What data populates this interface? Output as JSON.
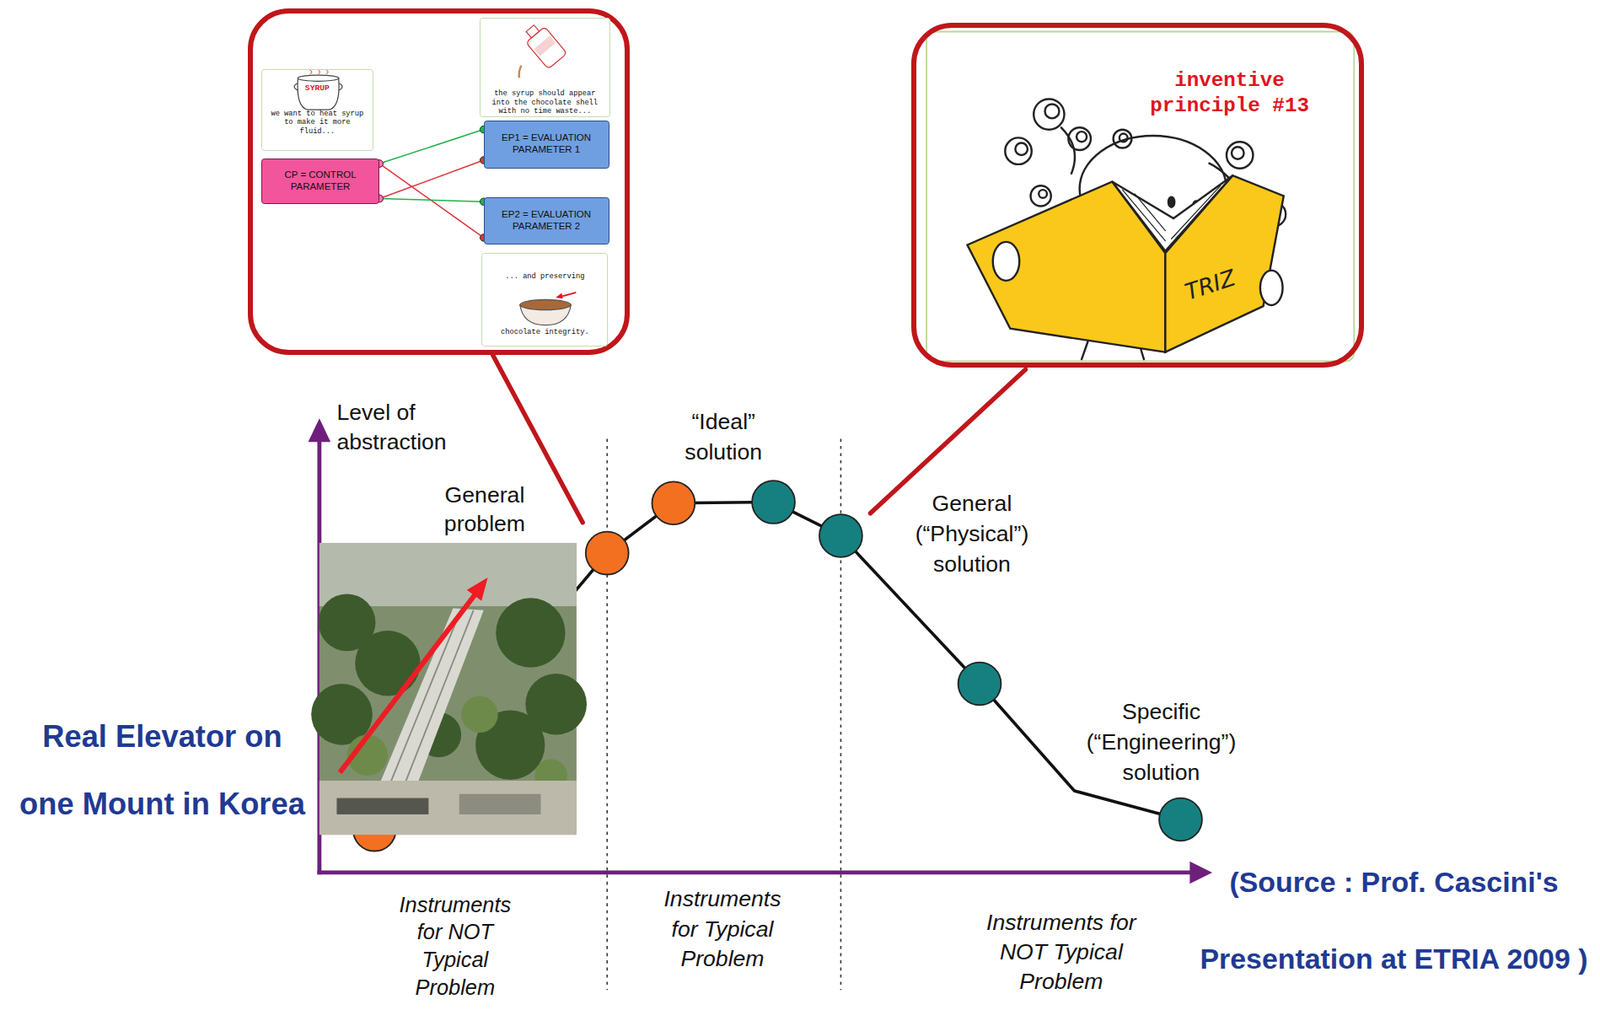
{
  "diagram": {
    "nodes": [
      {
        "text": []
      },
      {
        "text": [
          "the syrup should appear into the chocolate shell with no time waste..."
        ],
        "in": 0
      },
      {
        "text": [
          "SYRUP",
          "we want to heat syrup to make it more fluid..."
        ],
        "in": 0
      },
      {
        "text": [
          "CP = CONTROL PARAMETER"
        ],
        "in": 0
      },
      {
        "text": [
          "EP1 = EVALUATION PARAMETER 1"
        ],
        "in": 0
      },
      {
        "text": [
          "EP2 = EVALUATION PARAMETER 2"
        ],
        "in": 0
      },
      {
        "text": [
          "... and preserving",
          "chocolate integrity."
        ],
        "in": 0
      },
      {
        "text": [
          "inventive principle #13"
        ]
      }
    ],
    "edges": [
      {
        "from": 3,
        "to": 4,
        "arrow": "none"
      },
      {
        "from": 3,
        "to": 5,
        "arrow": "none"
      },
      {
        "from": 3,
        "to": 4,
        "arrow": "none"
      },
      {
        "from": 3,
        "to": 5,
        "arrow": "none"
      }
    ],
    "labels": [
      "TRIZ",
      "Level of abstraction",
      "General problem",
      "“Ideal” solution",
      "General (“Physical”) solution",
      "Specific (“Engineering”) solution",
      "Real Elevator on one Mount in Korea",
      "Instruments for NOT Typical Problem",
      "Instruments for Typical Problem",
      "Instruments for NOT Typical Problem",
      "(Source : Prof. Cascini's Presentation at ETRIA 2009 )"
    ]
  }
}
